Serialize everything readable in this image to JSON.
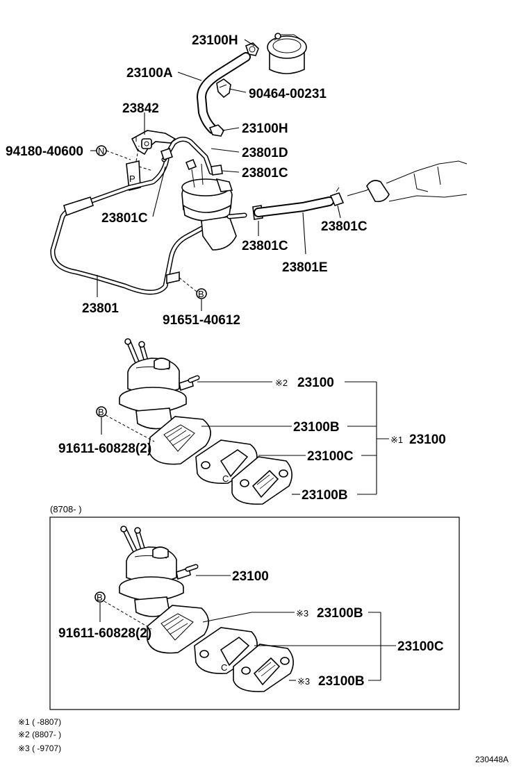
{
  "labels": {
    "p23100H_top": "23100H",
    "p23100A": "23100A",
    "p90464": "90464-00231",
    "p23842": "23842",
    "p23100H_mid": "23100H",
    "p94180": "94180-40600",
    "p23801D": "23801D",
    "p23801C_a": "23801C",
    "p23801C_b": "23801C",
    "p23801C_c": "23801C",
    "p23801C_d": "23801C",
    "p23801E": "23801E",
    "p23801": "23801",
    "p91651": "91651-40612",
    "u_23100": "23100",
    "u_23100B_a": "23100B",
    "u_23100C": "23100C",
    "u_23100B_b": "23100B",
    "u_kit": "23100",
    "u_91611": "91611-60828(2)",
    "range_box": "(8708-     )",
    "l_23100": "23100",
    "l_23100B_a": "23100B",
    "l_23100C": "23100C",
    "l_23100B_b": "23100B",
    "l_91611": "91611-60828(2)"
  },
  "marks": {
    "n": "N",
    "b": "B",
    "c": "C",
    "p": "P",
    "m1": "※1",
    "m2": "※2",
    "m3": "※3"
  },
  "notes": [
    "※1 (      -8807)",
    "※2 (8807-      )",
    "※3 (      -9707)"
  ],
  "diagram_id": "230448A"
}
